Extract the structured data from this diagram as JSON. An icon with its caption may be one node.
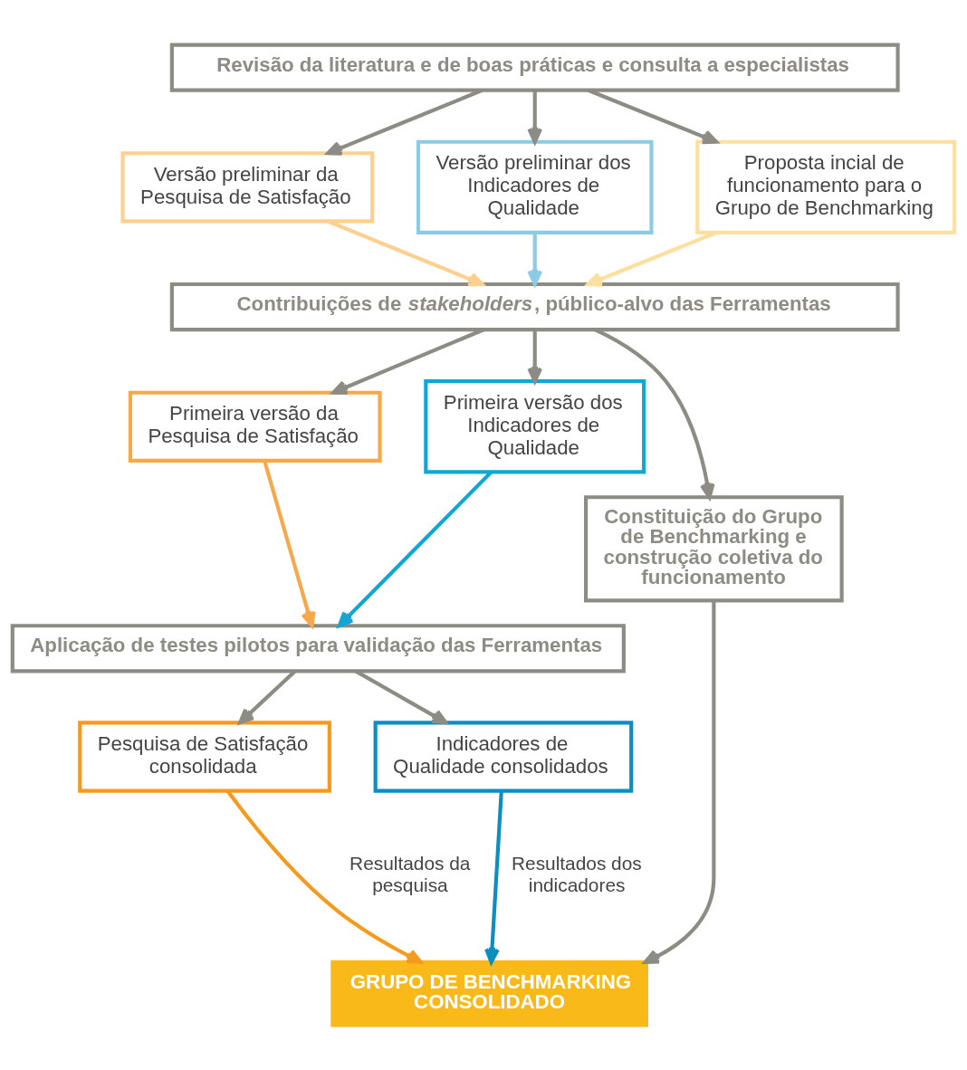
{
  "diagram": {
    "nodes": [
      {
        "text": [
          "Revisão da literatura e de boas práticas e consulta a especialistas"
        ]
      },
      {
        "text": [
          "Versão preliminar da Pesquisa de Satisfação"
        ]
      },
      {
        "text": [
          "Versão preliminar dos Indicadores de Qualidade"
        ]
      },
      {
        "text": [
          "Proposta incial de funcionamento para o Grupo de Benchmarking"
        ]
      },
      {
        "text": [
          "Contribuições de *stakeholders*, público-alvo das Ferramentas"
        ]
      },
      {
        "text": [
          "Primeira versão da Pesquisa de Satisfação"
        ]
      },
      {
        "text": [
          "Primeira versão dos Indicadores de Qualidade"
        ]
      },
      {
        "text": [
          "Aplicação de testes pilotos para validação das Ferramentas"
        ]
      },
      {
        "text": [
          "Constituição do Grupo de Benchmarking e construção coletiva do funcionamento"
        ]
      },
      {
        "text": [
          "Pesquisa de Satisfação consolidada"
        ]
      },
      {
        "text": [
          "Indicadores de Qualidade consolidados"
        ]
      },
      {
        "text": [
          "GRUPO DE BENCHMARKING CONSOLIDADO"
        ]
      }
    ],
    "edges": [
      {
        "from": 0,
        "to": 1,
        "arrow": "to"
      },
      {
        "from": 0,
        "to": 2,
        "arrow": "to"
      },
      {
        "from": 0,
        "to": 3,
        "arrow": "to"
      },
      {
        "from": 1,
        "to": 4,
        "arrow": "to",
        "color": "#fdd08f"
      },
      {
        "from": 2,
        "to": 4,
        "arrow": "to",
        "color": "#8ccbe4"
      },
      {
        "from": 3,
        "to": 4,
        "arrow": "to",
        "color": "#fde0a0"
      },
      {
        "from": 4,
        "to": 5,
        "arrow": "to"
      },
      {
        "from": 4,
        "to": 6,
        "arrow": "to"
      },
      {
        "from": 4,
        "to": 8,
        "arrow": "to"
      },
      {
        "from": 5,
        "to": 7,
        "arrow": "to",
        "color": "#f7a84b"
      },
      {
        "from": 6,
        "to": 7,
        "arrow": "to",
        "color": "#13a6d3"
      },
      {
        "from": 7,
        "to": 9,
        "arrow": "to"
      },
      {
        "from": 7,
        "to": 10,
        "arrow": "to"
      },
      {
        "from": 8,
        "to": 11,
        "arrow": "to"
      },
      {
        "from": 10,
        "to": 11,
        "arrow": "to",
        "label": "Resultados dos indicadores",
        "color": "#0d8dc0"
      },
      {
        "from": 9,
        "to": 11,
        "arrow": "to",
        "label": "Resultados da pesquisa",
        "color": "#f39a1f"
      }
    ]
  }
}
